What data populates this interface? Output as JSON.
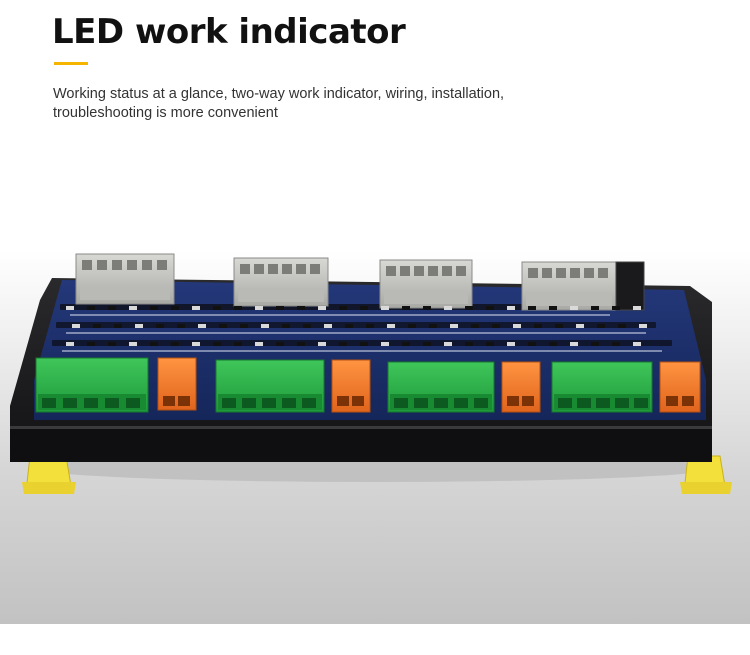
{
  "header": {
    "title": "LED work indicator",
    "subtitle": "Working status at a glance, two-way work indicator, wiring, installation, troubleshooting is more convenient"
  },
  "colors": {
    "accent": "#f5b400",
    "pcb": "#1c2f6a",
    "terminal_green": "#2eb34a",
    "terminal_orange": "#f07a2a",
    "connector_grey": "#c9c9c6",
    "din_clip_yellow": "#f4e03a",
    "housing": "#1e1e20"
  },
  "product": {
    "name_icon": "din-rail-relay-board-photo"
  }
}
